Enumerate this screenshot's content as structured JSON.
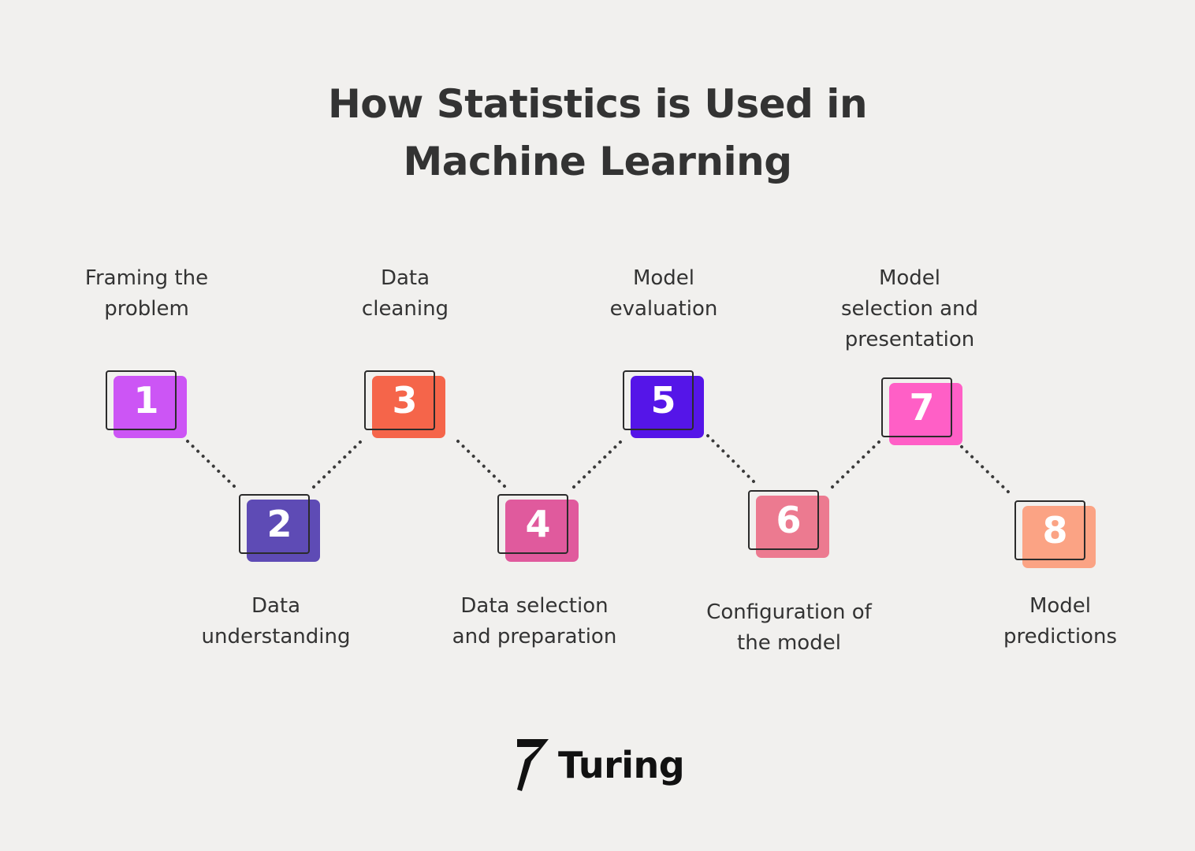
{
  "title": {
    "line1": "How Statistics is Used in",
    "line2": "Machine Learning"
  },
  "steps": [
    {
      "number": "1",
      "label_lines": [
        "Framing the",
        "problem"
      ],
      "color": "#cc55f5"
    },
    {
      "number": "2",
      "label_lines": [
        "Data",
        "understanding"
      ],
      "color": "#5e4bb5"
    },
    {
      "number": "3",
      "label_lines": [
        "Data",
        "cleaning"
      ],
      "color": "#f5654a"
    },
    {
      "number": "4",
      "label_lines": [
        "Data selection",
        "and preparation"
      ],
      "color": "#e05a9d"
    },
    {
      "number": "5",
      "label_lines": [
        "Model",
        "evaluation"
      ],
      "color": "#5515e8"
    },
    {
      "number": "6",
      "label_lines": [
        "Configuration of",
        "the model"
      ],
      "color": "#ec7a90"
    },
    {
      "number": "7",
      "label_lines": [
        "Model",
        "selection and",
        "presentation"
      ],
      "color": "#ff5fc6"
    },
    {
      "number": "8",
      "label_lines": [
        "Model",
        "predictions"
      ],
      "color": "#fba384"
    }
  ],
  "logo": {
    "text": "Turing",
    "icon": "turing-7-logo-icon"
  },
  "colors": {
    "background": "#f1f0ee",
    "text": "#333333",
    "outline": "#2b2b2b"
  }
}
